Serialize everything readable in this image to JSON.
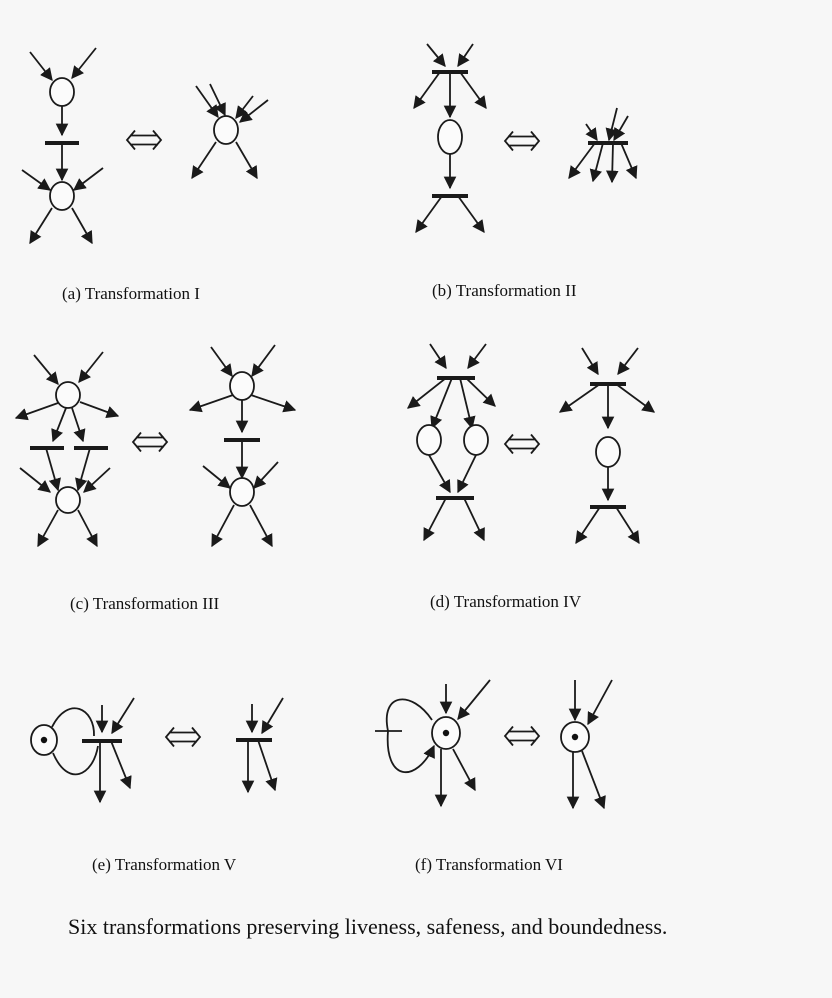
{
  "figure": {
    "panels": [
      {
        "id": "a",
        "label": "(a) Transformation I"
      },
      {
        "id": "b",
        "label": "(b) Transformation II"
      },
      {
        "id": "c",
        "label": "(c) Transformation III"
      },
      {
        "id": "d",
        "label": "(d) Transformation IV"
      },
      {
        "id": "e",
        "label": "(e) Transformation V"
      },
      {
        "id": "f",
        "label": "(f) Transformation VI"
      }
    ],
    "caption": "Six transformations preserving liveness, safeness, and boundedness.",
    "equivalence_symbol": "⟺"
  }
}
